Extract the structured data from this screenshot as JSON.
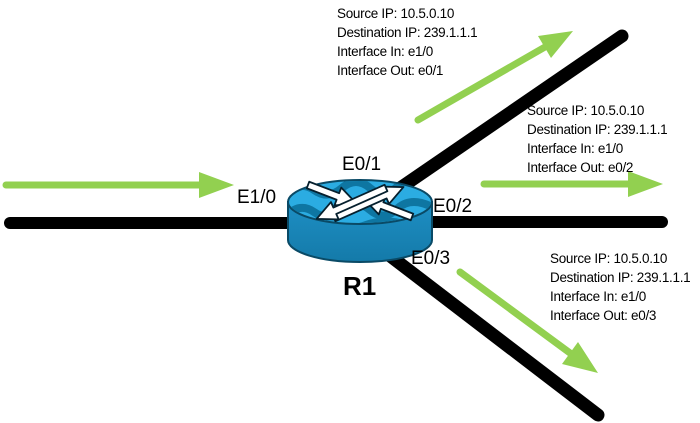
{
  "router": {
    "label": "R1",
    "interfaces": [
      {
        "id": "e1/0",
        "label": "E1/0"
      },
      {
        "id": "e0/1",
        "label": "E0/1"
      },
      {
        "id": "e0/2",
        "label": "E0/2"
      },
      {
        "id": "e0/3",
        "label": "E0/3"
      }
    ]
  },
  "flows": [
    {
      "position": "top",
      "lines": [
        "Source IP: 10.5.0.10",
        "Destination IP: 239.1.1.1",
        "Interface In: e1/0",
        "Interface Out: e0/1"
      ]
    },
    {
      "position": "right",
      "lines": [
        "Source IP: 10.5.0.10",
        "Destination IP: 239.1.1.1",
        "Interface In: e1/0",
        "Interface Out: e0/2"
      ]
    },
    {
      "position": "bottom-right",
      "lines": [
        "Source IP: 10.5.0.10",
        "Destination IP: 239.1.1.1",
        "Interface In: e1/0",
        "Interface Out: e0/3"
      ]
    }
  ],
  "colors": {
    "arrow_green": "#92D050",
    "link_black": "#000000",
    "router_top": "#2BACE2",
    "router_wave": "#0E76A2",
    "router_body": "#1B86BA",
    "router_outline": "#0A4A66"
  }
}
